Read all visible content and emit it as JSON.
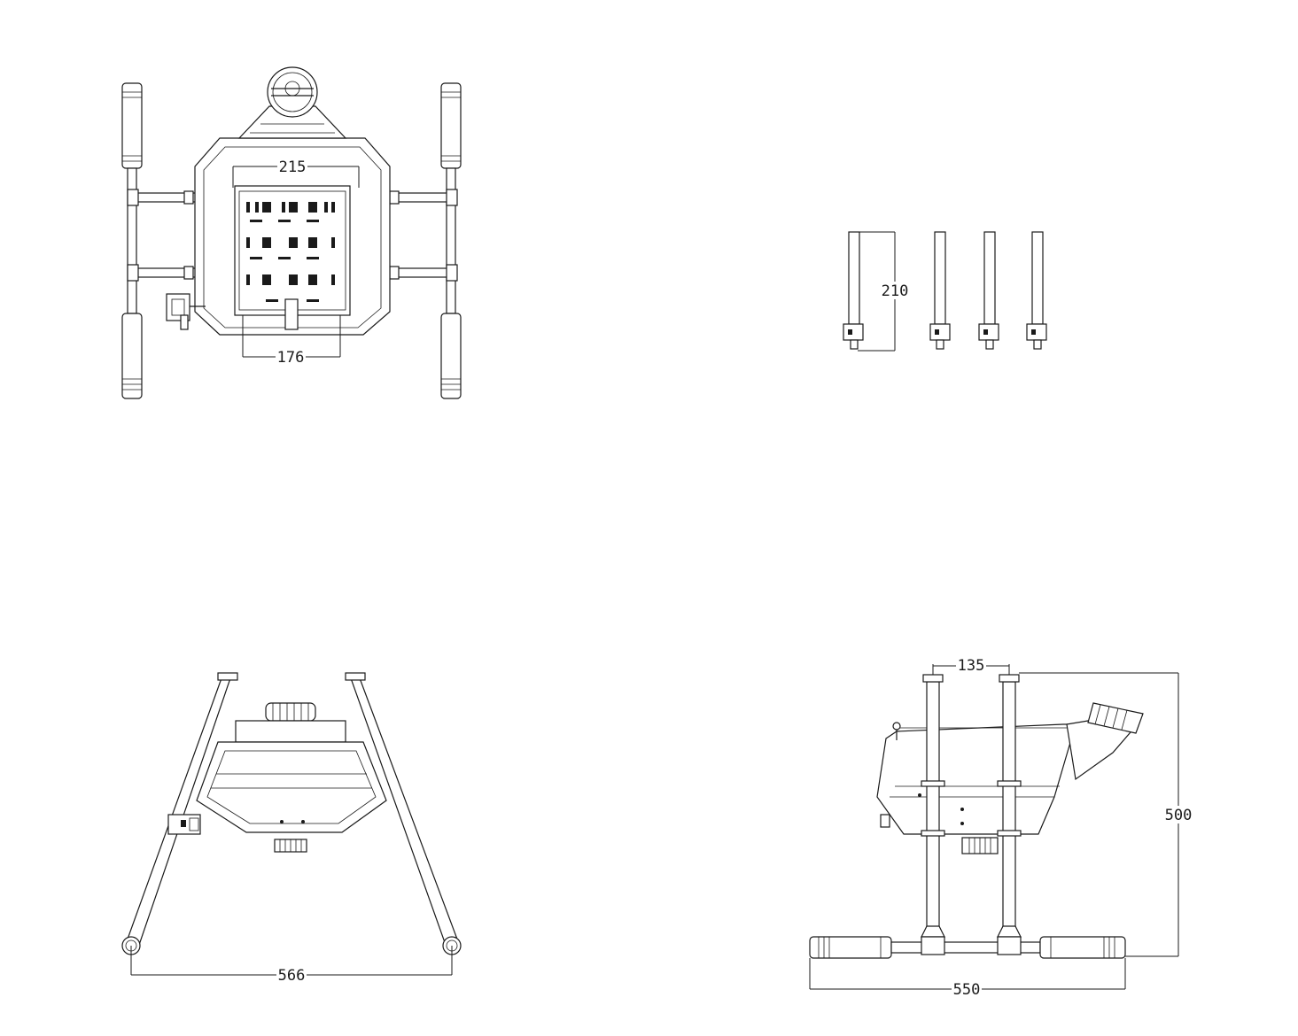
{
  "views": {
    "top": {
      "dim_width_upper": "215",
      "dim_width_lower": "176"
    },
    "nozzles": {
      "dim_height": "210"
    },
    "front": {
      "dim_leg_span": "566"
    },
    "side": {
      "dim_tube_spacing": "135",
      "dim_height": "500",
      "dim_skid_length": "550"
    }
  }
}
